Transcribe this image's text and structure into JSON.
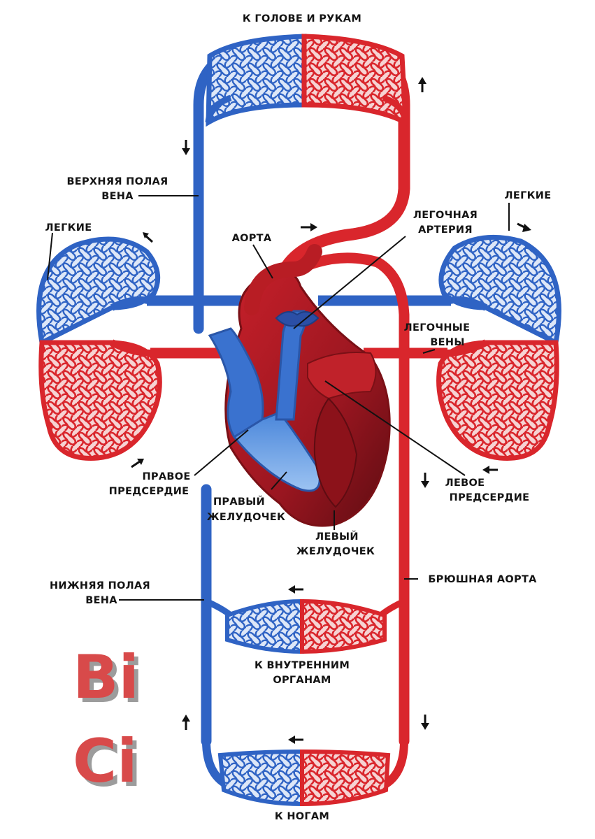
{
  "labels": {
    "head_arms": "К ГОЛОВЕ И РУКАМ",
    "svc_line1": "ВЕРХНЯЯ ПОЛАЯ",
    "svc_line2": "ВЕНА",
    "lungs_left": "ЛЕГКИЕ",
    "lungs_right": "ЛЕГКИЕ",
    "aorta": "АОРТА",
    "pulm_artery_line1": "ЛЕГОЧНАЯ",
    "pulm_artery_line2": "АРТЕРИЯ",
    "pulm_veins_line1": "ЛЕГОЧНЫЕ",
    "pulm_veins_line2": "ВЕНЫ",
    "right_atrium_line1": "ПРАВОЕ",
    "right_atrium_line2": "ПРЕДСЕРДИЕ",
    "right_ventricle_line1": "ПРАВЫЙ",
    "right_ventricle_line2": "ЖЕЛУДОЧЕК",
    "left_atrium_line1": "ЛЕВОЕ",
    "left_atrium_line2": "ПРЕДСЕРДИЕ",
    "left_ventricle_line1": "ЛЕВЫЙ",
    "left_ventricle_line2": "ЖЕЛУДОЧЕК",
    "ivc_line1": "НИЖНЯЯ ПОЛАЯ",
    "ivc_line2": "ВЕНА",
    "abdominal_aorta": "БРЮШНАЯ АОРТА",
    "internal_line1": "К ВНУТРЕННИМ",
    "internal_line2": "ОРГАНАМ",
    "legs": "К НОГАМ"
  },
  "logo": {
    "line1": "Bi",
    "line2": "Ci"
  },
  "colors": {
    "arterial": "#d9262c",
    "venous": "#2f63c4",
    "venous_light": "#5b8fe0",
    "heart_dark": "#7a1016",
    "label": "#141414",
    "logo_red": "#d84a4a",
    "logo_shadow": "#9c9c9c"
  }
}
